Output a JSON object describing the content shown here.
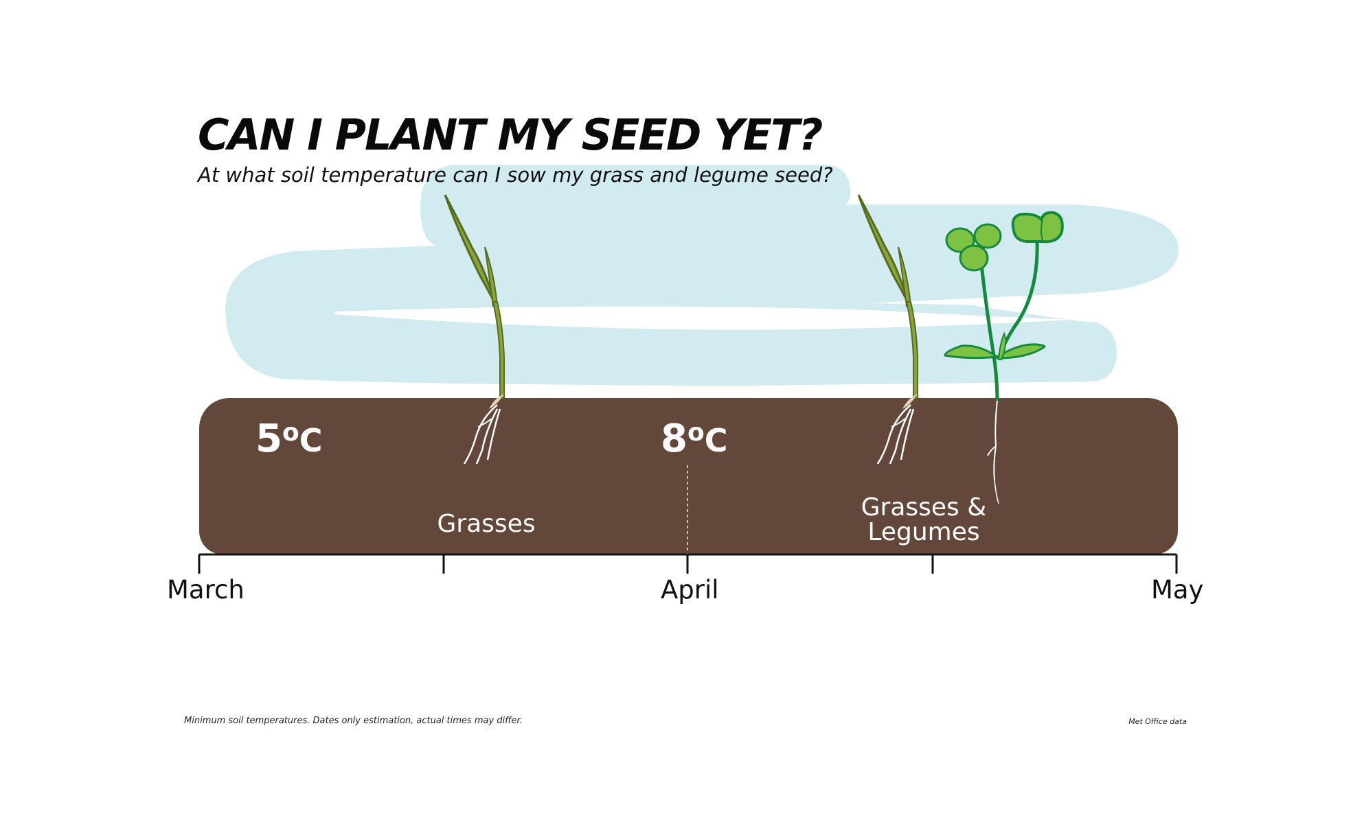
{
  "header": {
    "title": "CAN I PLANT MY SEED YET?",
    "subtitle": "At what soil temperature can I sow my grass and legume seed?"
  },
  "thresholds": [
    {
      "value": "5",
      "degree": "o",
      "unit": "C",
      "label": "Grasses"
    },
    {
      "value": "8",
      "degree": "o",
      "unit": "C",
      "label_line1": "Grasses &",
      "label_line2": "Legumes"
    }
  ],
  "timeline": {
    "months": [
      "March",
      "April",
      "May"
    ]
  },
  "icons": {
    "sky": "sky-blob-icon",
    "soil": "soil-band-icon",
    "grass": "grass-seedling-icon",
    "clover": "clover-seedling-icon"
  },
  "colors": {
    "sky": "#d2ebf1",
    "soil": "#63473a",
    "grass_dark": "#556b1f",
    "grass_light": "#8ca33a",
    "clover_dark": "#138a3c",
    "clover_light": "#7dc242",
    "axis": "#111111"
  },
  "footer": {
    "note": "Minimum soil temperatures. Dates only estimation, actual times may differ.",
    "source": "Met Office data"
  }
}
